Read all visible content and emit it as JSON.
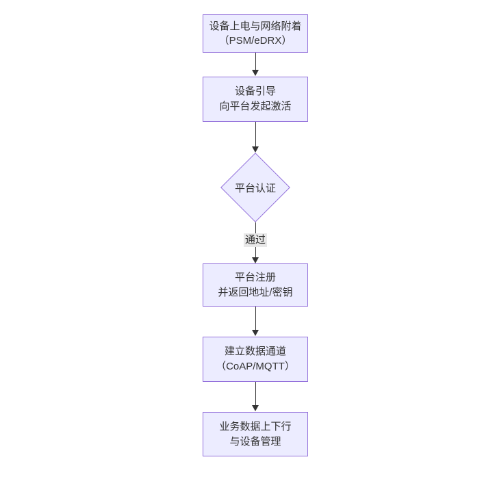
{
  "diagram": {
    "type": "flowchart-top-down",
    "colors": {
      "node_fill": "#ECECFF",
      "node_border": "#9370DB",
      "edge_color": "#333333",
      "edge_label_bg": "#e8e8e8",
      "text_color": "#333333",
      "background": "#ffffff"
    },
    "nodes": [
      {
        "id": "power-attach",
        "shape": "rect",
        "lines": [
          "设备上电与网络附着",
          "（PSM/eDRX）"
        ]
      },
      {
        "id": "bootstrap",
        "shape": "rect",
        "lines": [
          "设备引导",
          "向平台发起激活"
        ]
      },
      {
        "id": "platform-auth",
        "shape": "diamond",
        "lines": [
          "平台认证"
        ]
      },
      {
        "id": "register",
        "shape": "rect",
        "lines": [
          "平台注册",
          "并返回地址/密钥"
        ]
      },
      {
        "id": "data-channel",
        "shape": "rect",
        "lines": [
          "建立数据通道",
          "（CoAP/MQTT）"
        ]
      },
      {
        "id": "business-data",
        "shape": "rect",
        "lines": [
          "业务数据上下行",
          "与设备管理"
        ]
      }
    ],
    "edges": [
      {
        "from": "power-attach",
        "to": "bootstrap",
        "label": ""
      },
      {
        "from": "bootstrap",
        "to": "platform-auth",
        "label": ""
      },
      {
        "from": "platform-auth",
        "to": "register",
        "label": "通过"
      },
      {
        "from": "register",
        "to": "data-channel",
        "label": ""
      },
      {
        "from": "data-channel",
        "to": "business-data",
        "label": ""
      }
    ]
  }
}
